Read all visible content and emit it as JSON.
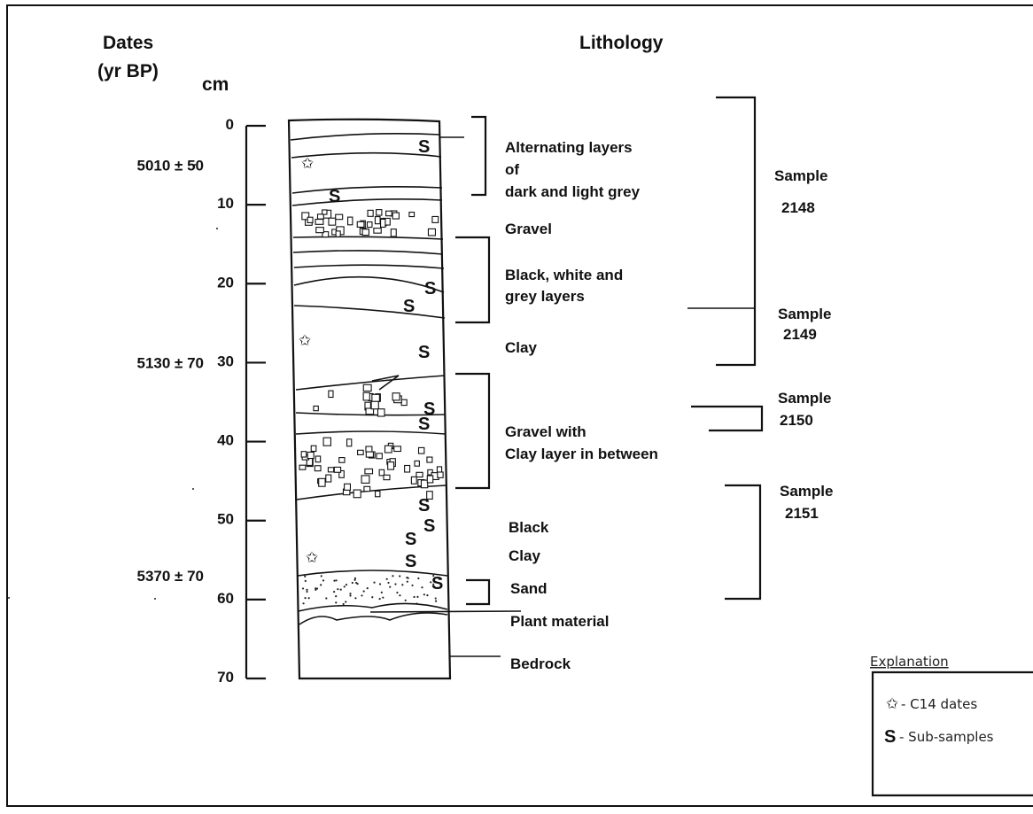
{
  "headers": {
    "dates": "Dates",
    "dates_unit": "(yr BP)",
    "depth_unit": "cm",
    "lithology": "Lithology"
  },
  "depth_ticks": [
    "0",
    "10",
    "20",
    "30",
    "40",
    "50",
    "60",
    "70"
  ],
  "dates": [
    {
      "label": "5010 ± 50",
      "depth_cm": 5
    },
    {
      "label": "5130 ± 70",
      "depth_cm": 30
    },
    {
      "label": "5370 ± 70",
      "depth_cm": 57
    }
  ],
  "lithology": {
    "alternating": [
      "Alternating layers",
      "of",
      "dark and light grey"
    ],
    "gravel": "Gravel",
    "black_white_grey": [
      "Black, white and",
      "grey layers"
    ],
    "clay": "Clay",
    "gravel_with_clay": [
      "Gravel with",
      "Clay layer in between"
    ],
    "black_clay": [
      "Black",
      "Clay"
    ],
    "sand": "Sand",
    "plant": "Plant material",
    "bedrock": "Bedrock"
  },
  "samples": [
    {
      "label": "Sample",
      "number": "2148"
    },
    {
      "label": "Sample",
      "number": "2149"
    },
    {
      "label": "Sample",
      "number": "2150"
    },
    {
      "label": "Sample",
      "number": "2151"
    }
  ],
  "subsample_marker": "S",
  "c14_marker": "✩",
  "explanation": {
    "title": "Explanation",
    "c14": "- C14 dates",
    "sub": "- Sub-samples"
  }
}
